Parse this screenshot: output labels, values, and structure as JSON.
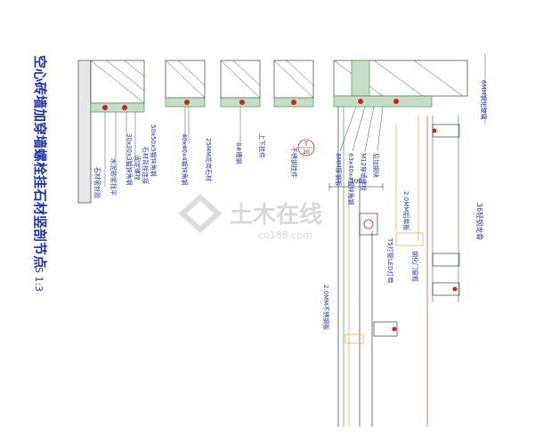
{
  "title": "空心砖墙加穿墙螺栓挂石材竖剖节点",
  "scale": "S 1:3",
  "labels": {
    "l_5050": "50x50x5镀锌角钢",
    "l_stone_bolt": "石材背栓连接",
    "l_fix_bolt": "固定螺栓",
    "l_3030": "30x30x3镀锌角钢",
    "l_cement": "水泥砂浆找平",
    "l_seal": "石材密封胶",
    "l_4040": "40x40x4镀锌角钢",
    "l_25mm": "25MM花岗石材",
    "l_8steel": "8#槽钢",
    "l_hatch": "上下挂件",
    "l_stainless": "不锈钢挂件",
    "l_8mm_plate": "8MM厚钢板",
    "l_63": "63x40x4镀锌角钢",
    "l_m12": "M12穿墙螺栓",
    "l_reinforce": "后加钢块",
    "l_6mm_glass": "6MM钢化玻璃",
    "l_2mm_panel": "2.0MM铝单板",
    "l_frame": "钢化门窗框",
    "l_t5": "T5灯管LED灯带",
    "l_2mm_sill": "2.0MM不锈钢板",
    "l_36": "36轻钢龙骨",
    "l_100": "100",
    "l_mark_t": "T",
    "l_mark_b": "20"
  },
  "watermark": {
    "main": "土木在线",
    "sub": "co188.com"
  },
  "colors": {
    "line": "#1a1a3a",
    "label": "#2233aa",
    "section": "#c8ddc8",
    "red": "#cc2222",
    "orange": "#e09030",
    "green": "#2e8b2e",
    "watermark": "#d9d9d9"
  }
}
